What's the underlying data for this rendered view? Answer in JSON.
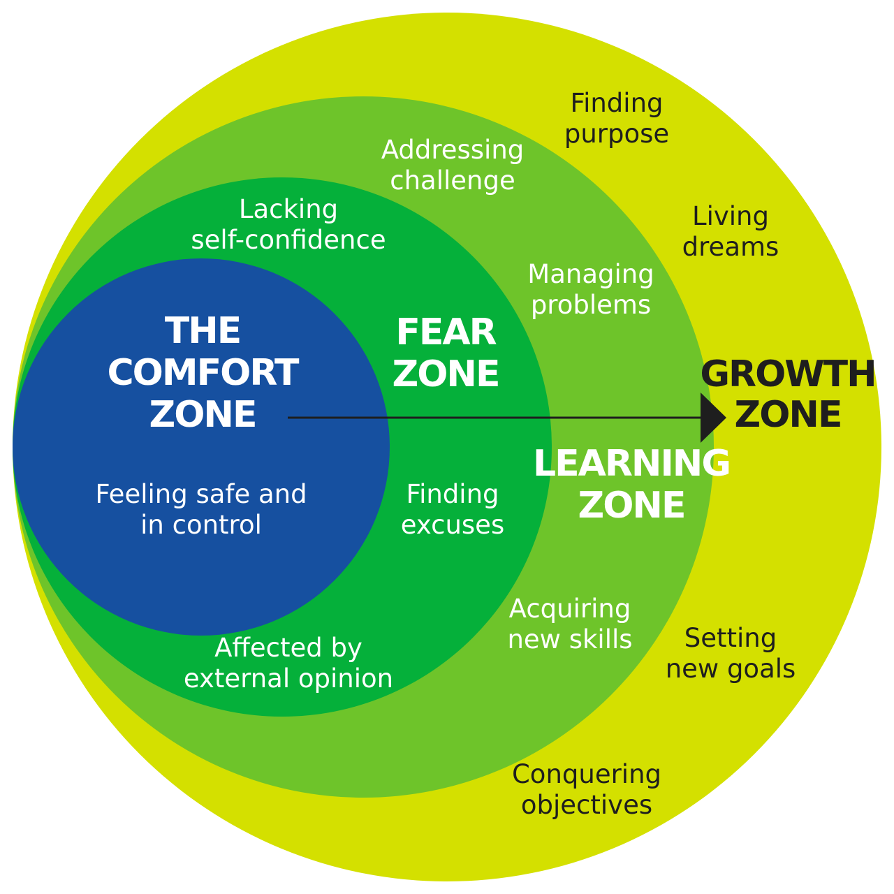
{
  "colors": {
    "growth_zone": "#d4e000",
    "learning_zone": "#6ec42a",
    "fear_zone": "#05b03a",
    "comfort_zone": "#1650a0",
    "light_text": "#ffffff",
    "dark_text": "#1e1e1e",
    "arrow": "#1e1e1e"
  },
  "comfort": {
    "title": [
      "THE",
      "COMFORT",
      "ZONE"
    ],
    "description": [
      "Feeling safe and",
      "in control"
    ]
  },
  "fear": {
    "title": [
      "FEAR",
      "ZONE"
    ],
    "items": [
      [
        "Lacking",
        "self-confidence"
      ],
      [
        "Finding",
        "excuses"
      ],
      [
        "Affected by",
        "external opinion"
      ]
    ]
  },
  "learning": {
    "title": [
      "LEARNING",
      "ZONE"
    ],
    "items": [
      [
        "Addressing",
        "challenge"
      ],
      [
        "Managing",
        "problems"
      ],
      [
        "Acquiring",
        "new skills"
      ]
    ]
  },
  "growth": {
    "title": [
      "GROWTH",
      "ZONE"
    ],
    "items": [
      [
        "Finding",
        "purpose"
      ],
      [
        "Living",
        "dreams"
      ],
      [
        "Setting",
        "new goals"
      ],
      [
        "Conquering",
        "objectives"
      ]
    ]
  }
}
